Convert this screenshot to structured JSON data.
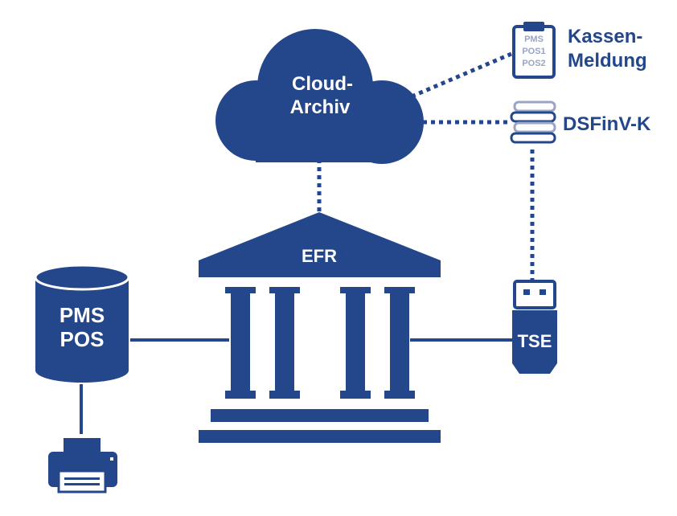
{
  "colors": {
    "primary": "#24478c",
    "line": "#24478c",
    "light": "#9aa4c4",
    "background": "#ffffff"
  },
  "cloud": {
    "line1": "Cloud-",
    "line2": "Archiv"
  },
  "clipboard": {
    "lines": [
      "PMS",
      "POS1",
      "POS2"
    ]
  },
  "kassen": {
    "line1": "Kassen-",
    "line2": "Meldung"
  },
  "dsfinv": {
    "label": "DSFinV-K"
  },
  "building": {
    "label": "EFR"
  },
  "database": {
    "line1": "PMS",
    "line2": "POS"
  },
  "usb": {
    "label": "TSE"
  },
  "icons": [
    "cloud-icon",
    "clipboard-icon",
    "books-icon",
    "building-icon",
    "database-icon",
    "usb-icon",
    "printer-icon"
  ]
}
